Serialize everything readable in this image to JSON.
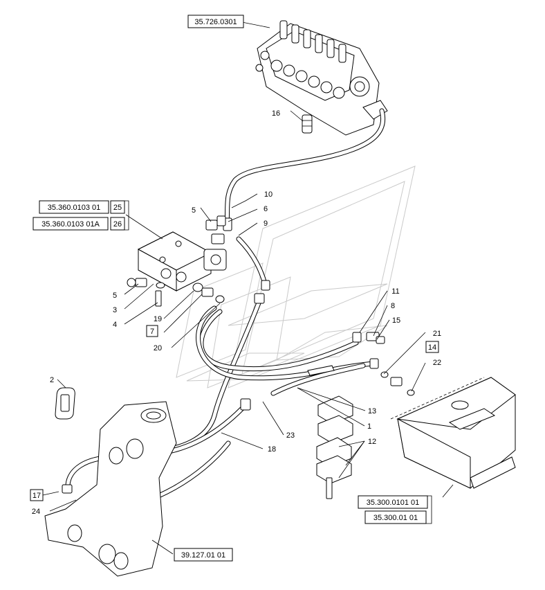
{
  "refs": {
    "valve": "35.726.0301",
    "block_ref_a": "35.360.0103 01",
    "block_ref_a_num": "25",
    "block_ref_b": "35.360.0103 01A",
    "block_ref_b_num": "26",
    "tank_ref_a": "35.300.0101 01",
    "tank_ref_b": "35.300.01 01",
    "frame_ref": "39.127.01 01"
  },
  "callouts": {
    "c1": "1",
    "c2": "2",
    "c3": "3",
    "c4": "4",
    "c5a": "5",
    "c5b": "5",
    "c6": "6",
    "c7": "7",
    "c8": "8",
    "c9": "9",
    "c10": "10",
    "c11": "11",
    "c12": "12",
    "c13": "13",
    "c14": "14",
    "c15": "15",
    "c16": "16",
    "c17": "17",
    "c18": "18",
    "c19": "19",
    "c20": "20",
    "c21": "21",
    "c22": "22",
    "c23": "23",
    "c24": "24"
  },
  "colors": {
    "line": "#000000",
    "watermark": "#c9c9c9",
    "background": "#ffffff"
  }
}
